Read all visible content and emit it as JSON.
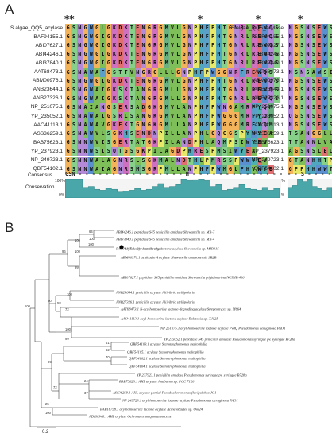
{
  "panel_a": {
    "label": "A",
    "stars_left": [
      "**",
      "*",
      "*"
    ],
    "star_right": "*",
    "sequences_left": [
      {
        "name": "S.algae_QQ5_acylase",
        "seq": "GSNGWGLGKDKTENGRGMVLGNPHFPHTGNRLREWQS"
      },
      {
        "name": "BAF94155.1",
        "seq": "GSNGWGIGKDKTENGRGMVLGNPHFPHTGNRLREWQS"
      },
      {
        "name": "ABI07627.1",
        "seq": "GSNGWGIGKDKTENGRGMVLGNPHFPHTGNRLREWQS"
      },
      {
        "name": "ABI44246.1",
        "seq": "GSNGWGIGKDKTENGRGMVLGNPHFPHTGNRLREWQS"
      },
      {
        "name": "ABI37840.1",
        "seq": "GSNGWGIGKDKTENGRGMVLGNPHFPHTGNRLREWQS"
      },
      {
        "name": "AAT68473.1",
        "seq": "GSNAWAFGSTTVNGRGLLLGNPHFPWGGNRFREWQS"
      },
      {
        "name": "ABM00976.1",
        "seq": "GSNGWGIGKDKTENGRGMVLGNPHFPHTGNRLREWQS"
      },
      {
        "name": "ANB23644.1",
        "seq": "GSNGWAIGKSKTANGRGMLLGNPHFPHTGNRLREWQS"
      },
      {
        "name": "ANB27326.1",
        "seq": "GSNGWAIGKSKTANGRGMLLGNPHFPHTGNRLREWQS"
      },
      {
        "name": "NP_251075.1",
        "seq": "GSNAIANGSERSADGKGMVLANPHFPWNGAMRFYQM"
      },
      {
        "name": "YP_235052.1",
        "seq": "GSNAWAIGSRLSANGKGMVLANPHFPWGGGMRFYQM"
      },
      {
        "name": "AAO41113.1",
        "seq": "GSNAWAVGKEKTGNGKGMLLANPHFPWGGGMRFYQM"
      },
      {
        "name": "ASS36259.1",
        "seq": "GSNAWVLSGKHSENDNPILLANPHLGQCGSPYWYEA"
      },
      {
        "name": "BAB75623.1",
        "seq": "GSNNWVISGERTATGKPILANDPHLAQMPSIWYEV"
      },
      {
        "name": "YP_237923.1",
        "seq": "GSNNWSISQTGSGKPILAGDPHRESPMSIWYEA"
      },
      {
        "name": "NP_249723.1",
        "seq": "GSNNWALAGNRSLSGKMALNDTHLPMRSSPWWYEV"
      },
      {
        "name": "QBF54102.1",
        "seq": "GSNNWAIAGNRSMSGRPMLLANPHFPWMGLFHVWYE"
      }
    ],
    "sequences_right": [
      {
        "name": "S.algae_QQ5_acylase",
        "seq": "NGSNSEWST"
      },
      {
        "name": "BAF94155.1",
        "seq": "NGSNSEWST"
      },
      {
        "name": "ABI07627.1",
        "seq": "NGSNSEWST"
      },
      {
        "name": "ABI44246.1",
        "seq": "NGSNSEWST"
      },
      {
        "name": "ABI37840.1",
        "seq": "NGSNSEWST"
      },
      {
        "name": "AAT68473.1",
        "seq": "NSNSAWSI"
      },
      {
        "name": "ABM00976.1",
        "seq": "NGSNSEWST"
      },
      {
        "name": "ANB23644.1",
        "seq": "NGSNSEWST"
      },
      {
        "name": "ANB27326.1",
        "seq": "NGSNSEWST"
      },
      {
        "name": "NP_251075.1",
        "seq": "NGSNSEWST"
      },
      {
        "name": "YP_235052.1",
        "seq": "QGSNSEWSM"
      },
      {
        "name": "AAO41113.1",
        "seq": "NGSNSEWST"
      },
      {
        "name": "ASS36259.1",
        "seq": "TSANGGLLEE"
      },
      {
        "name": "BAB75623.1",
        "seq": "TTANNLVAN"
      },
      {
        "name": "YP_237923.1",
        "seq": "AGSNSLELQ"
      },
      {
        "name": "NP_249723.1",
        "seq": "GTANHHTPQ"
      },
      {
        "name": "QBF54102.1",
        "seq": "GPPHHWWTA"
      }
    ],
    "consensus_label": "Consensus",
    "consensus_left": "GSN - - - - - - - - - - - - - - - - H - - - - - - - - - - - - - -",
    "consensus_right": "- - S - - - - - -",
    "conservation_label": "Conservation",
    "conservation_max": "100%",
    "conservation_min": "0%",
    "conservation_left": [
      100,
      100,
      100,
      55,
      60,
      45,
      40,
      50,
      45,
      30,
      35,
      40,
      50,
      40,
      45,
      60,
      75,
      55,
      60,
      70,
      100,
      90,
      95,
      100,
      90,
      60,
      70,
      40,
      45,
      55,
      70,
      50,
      45,
      40,
      55,
      40,
      50
    ],
    "conservation_right": [
      55,
      65,
      100,
      85,
      100,
      60,
      50,
      40,
      55
    ]
  },
  "panel_b": {
    "label": "B",
    "scale_label": "0.2",
    "taxa": [
      "ABI44246.1 peptidase S45 penicillin amidase Shewanella sp. MR-7",
      "ABI37840.1 peptidase S45 penicillin amidase Shewanella sp. MR-4",
      "BAF94155.1 acyl-homoserine lactone acylase Shewanella sp. MIB015",
      "acylase Shewanella algae",
      "ABM00976.1 aculeacin A acylase Shewanella amazonensis SB2B",
      "ABI07627.1 peptidase S45 penicillin amidase Shewanella frigidimarina NCIMB 400",
      "ANB23644.1 penicillin acylase Aliivibrio  stellipolaris",
      "ANB27326.1 penicillin acylase Aliivibrio  stellipolaris",
      "AAT68473.1 N-acylhomoserine lactone-degrading acylase Streptomyces sp. M664",
      "AAO41113.1 acyl-homoserine lactone acylase Ralstonia sp. XJ12B",
      "NP 251075.1 acyl-homoserine lactone acylase PvdQ Pseudomonas aeruginosa PAO1",
      "YP 235052.1 peptidase S45 penicillin amidase Pseudomonas syringae pv. syringae B728a",
      "QBF54103.1 acylase Stenotrophomonas maltophilia",
      "QBF54105.1 acylase Stenotrophomonas maltophilia",
      "QBF54102.1 acylase Stenotrophomonas maltophilia",
      "QBF54104.1 acylase Stenotrophomonas maltophilia",
      "YP 237923.1 penicillin amidase Pseudomonas syringae pv. syringae B728a",
      "BAB75623.1 AHL acylase Anabaena sp. PCC 7120",
      "ASS36259.1 AHL acylase partial Pseudoalteromonas flavipulchra JG1",
      "NP 249723.1 acyl-homoserine lactone acylase Pseudomonas aeruginosa PAO1",
      "BAB18758.1 acylhomoserine lactone acylase Acinetobacter sp. Ooi24",
      "ADI80348.1 AHL acylase Ochrobactrum quorumnocens"
    ],
    "bootstrap": [
      "64",
      "100",
      "100",
      "100",
      "100",
      "99",
      "96",
      "100",
      "58",
      "72",
      "100",
      "99",
      "90",
      "61",
      "62",
      "70",
      "99",
      "72",
      "24",
      "37",
      "25",
      "100",
      "100"
    ]
  }
}
